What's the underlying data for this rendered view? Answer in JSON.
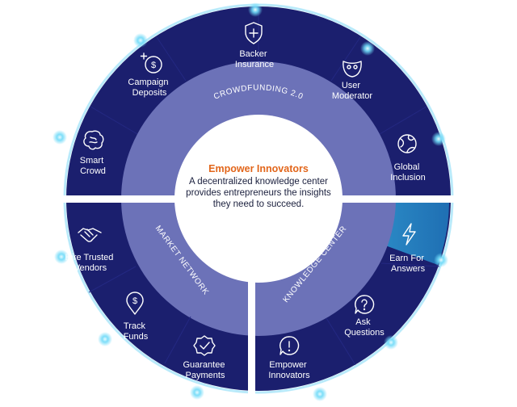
{
  "colors": {
    "outer_ring": "#1b1f6e",
    "inner_ring": "#6c72b8",
    "accent": "#e2661b",
    "glow": "#5fd3f6",
    "highlight": "#2aa7d8"
  },
  "center": {
    "title": "Empower Innovators",
    "body": "A decentralized knowledge center provides entrepreneurs the insights they need to succeed."
  },
  "sections": {
    "crowdfunding": "CROWDFUNDING 2.0",
    "market": "MARKET NETWORK",
    "knowledge": "KNOWLEDGE CENTER"
  },
  "segments": [
    {
      "id": "backer-insurance",
      "lines": [
        "Backer",
        "Insurance"
      ],
      "icon": "shield-plus-icon"
    },
    {
      "id": "user-moderator",
      "lines": [
        "User",
        "Moderator"
      ],
      "icon": "mask-icon"
    },
    {
      "id": "global-inclusion",
      "lines": [
        "Global",
        "Inclusion"
      ],
      "icon": "globe-icon"
    },
    {
      "id": "earn-for-answers",
      "lines": [
        "Earn For",
        "Answers"
      ],
      "icon": "lightning-icon"
    },
    {
      "id": "ask-questions",
      "lines": [
        "Ask",
        "Questions"
      ],
      "icon": "question-bubble-icon"
    },
    {
      "id": "empower-innovators",
      "lines": [
        "Empower",
        "Innovators"
      ],
      "icon": "exclamation-bubble-icon"
    },
    {
      "id": "guarantee-payments",
      "lines": [
        "Guarantee",
        "Payments"
      ],
      "icon": "check-badge-icon"
    },
    {
      "id": "track-funds",
      "lines": [
        "Track",
        "Funds"
      ],
      "icon": "dollar-pin-icon"
    },
    {
      "id": "hire-trusted-vendors",
      "lines": [
        "Hire Trusted",
        "Vendors"
      ],
      "icon": "handshake-icon"
    },
    {
      "id": "smart-crowd",
      "lines": [
        "Smart",
        "Crowd"
      ],
      "icon": "brain-icon"
    },
    {
      "id": "campaign-deposits",
      "lines": [
        "Campaign",
        "Deposits"
      ],
      "icon": "coin-plus-icon"
    }
  ]
}
